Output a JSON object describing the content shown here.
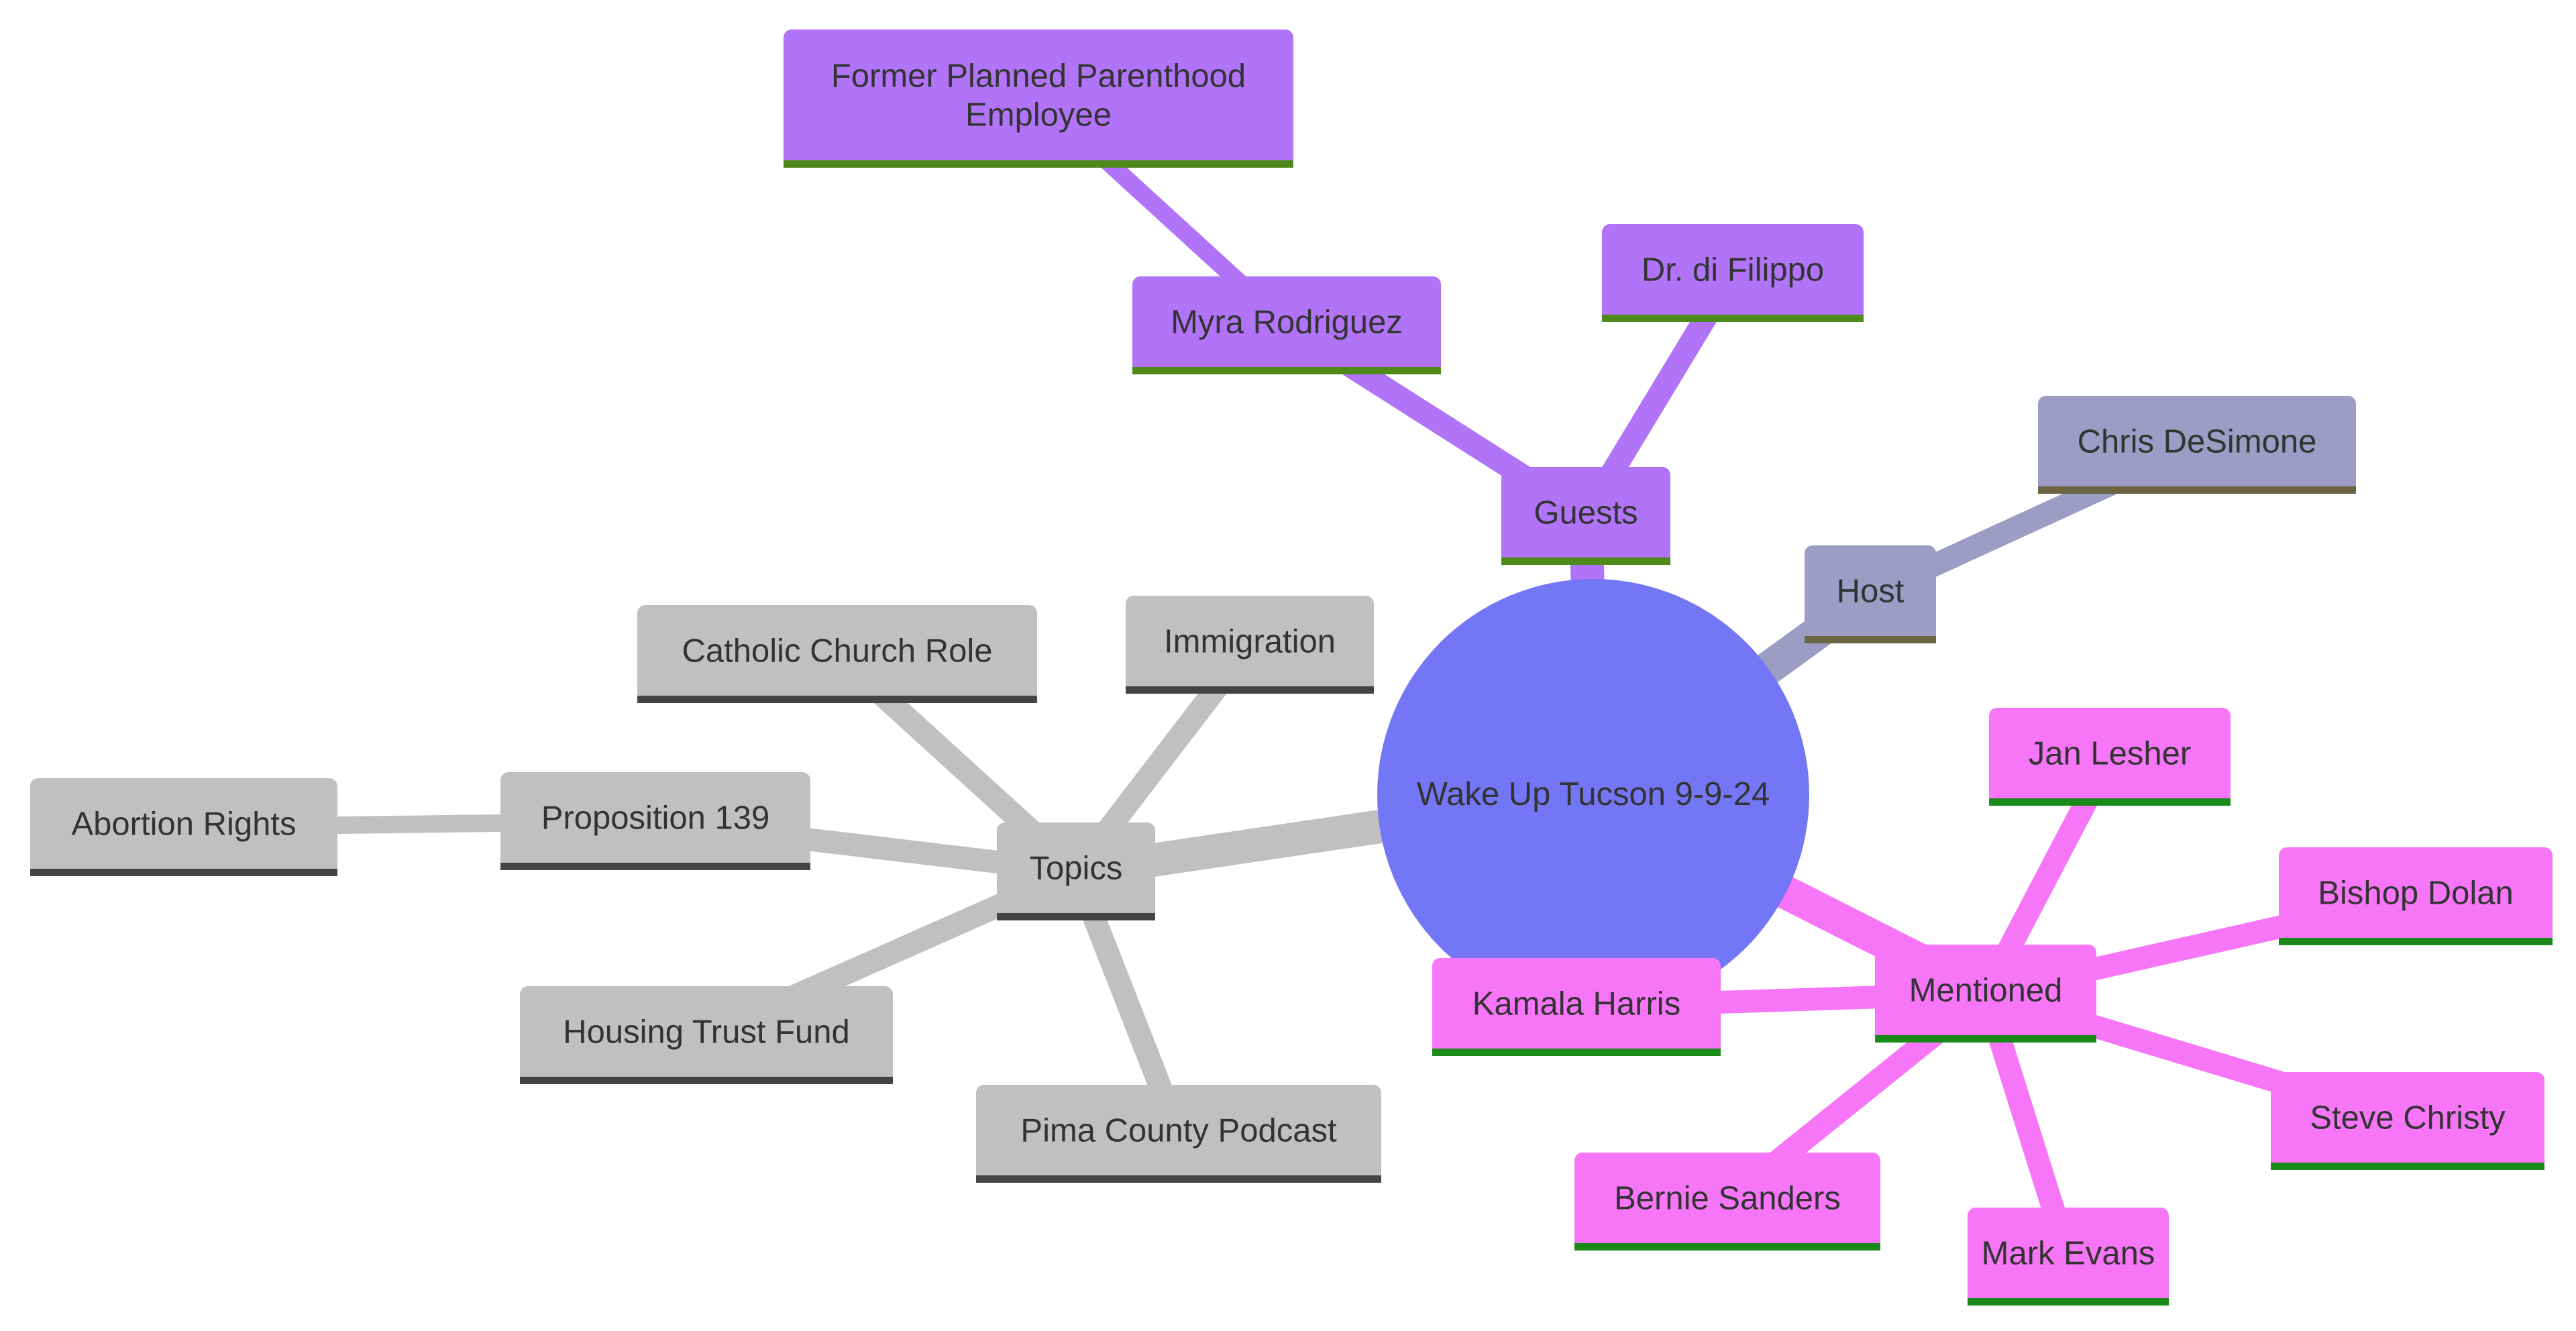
{
  "mindmap": {
    "root": {
      "label": "Wake Up Tucson 9-9-24",
      "color": "#7377f5"
    },
    "branches": [
      {
        "id": "guests",
        "label": "Guests",
        "color": "#b173f7",
        "underline": "#4e8a1a",
        "children": [
          {
            "id": "myra",
            "label": "Myra Rodriguez",
            "children": [
              {
                "id": "former-pp",
                "label": [
                  "Former Planned Parenthood",
                  "Employee"
                ]
              }
            ]
          },
          {
            "id": "difilippo",
            "label": "Dr. di Filippo"
          }
        ]
      },
      {
        "id": "host",
        "label": "Host",
        "color": "#9c9cc4",
        "underline": "#6b6543",
        "children": [
          {
            "id": "desimone",
            "label": "Chris DeSimone"
          }
        ]
      },
      {
        "id": "mentioned",
        "label": "Mentioned",
        "color": "#f776f7",
        "underline": "#1a8a1a",
        "children": [
          {
            "id": "lesher",
            "label": "Jan Lesher"
          },
          {
            "id": "dolan",
            "label": "Bishop Dolan"
          },
          {
            "id": "christy",
            "label": "Steve Christy"
          },
          {
            "id": "evans",
            "label": "Mark Evans"
          },
          {
            "id": "sanders",
            "label": "Bernie Sanders"
          },
          {
            "id": "harris",
            "label": "Kamala Harris"
          }
        ]
      },
      {
        "id": "topics",
        "label": "Topics",
        "color": "#c0c0c0",
        "underline": "#444444",
        "children": [
          {
            "id": "catholic",
            "label": "Catholic Church Role"
          },
          {
            "id": "immigration",
            "label": "Immigration"
          },
          {
            "id": "prop139",
            "label": "Proposition 139",
            "children": [
              {
                "id": "abortion",
                "label": "Abortion Rights"
              }
            ]
          },
          {
            "id": "housing",
            "label": "Housing Trust Fund"
          },
          {
            "id": "pima",
            "label": "Pima County Podcast"
          }
        ]
      }
    ]
  }
}
